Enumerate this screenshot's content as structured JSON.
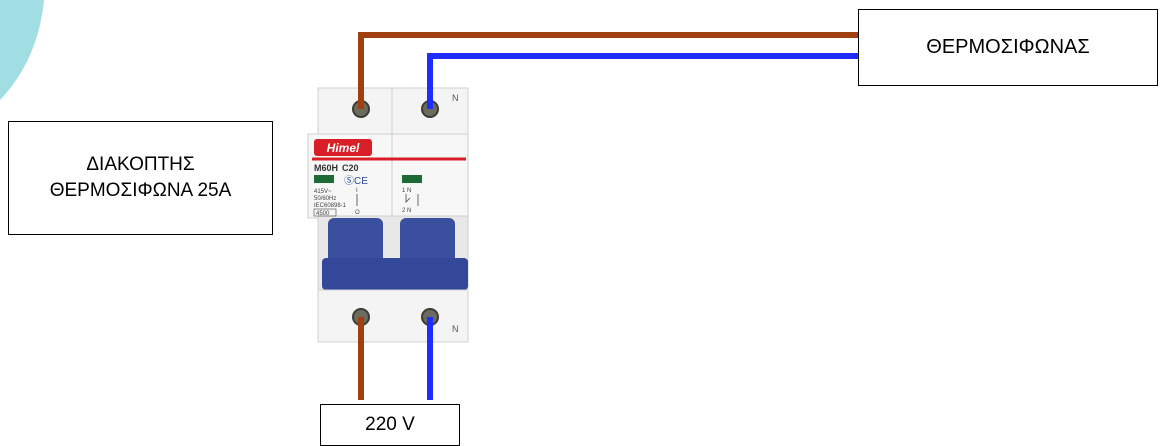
{
  "labels": {
    "heater": "ΘΕΡΜΟΣΙΦΩΝΑΣ",
    "switch_line1": "ΔΙΑΚΟΠΤΗΣ",
    "switch_line2": "ΘΕΡΜΟΣΙΦΩΝΑ 25Α",
    "supply": "220 V"
  },
  "breaker": {
    "brand": "Himel",
    "model": "M60H",
    "rating": "C20",
    "cert": "ⓈCE",
    "voltage": "415V~",
    "frequency": "50/60Hz",
    "standard": "IEC60898-1",
    "capacity": "4500",
    "neutral_mark_top": "N",
    "neutral_mark_bottom": "N",
    "pole_terminals": "1  N",
    "pole_terminals_bottom": "2  N",
    "on_mark": "I",
    "off_mark": "O"
  },
  "colors": {
    "phase_wire": "#a0400f",
    "neutral_wire": "#1f2bff",
    "handle": "#3a4f9e",
    "accent_red": "#d81e26",
    "background_swirl": "#8fd8de"
  }
}
